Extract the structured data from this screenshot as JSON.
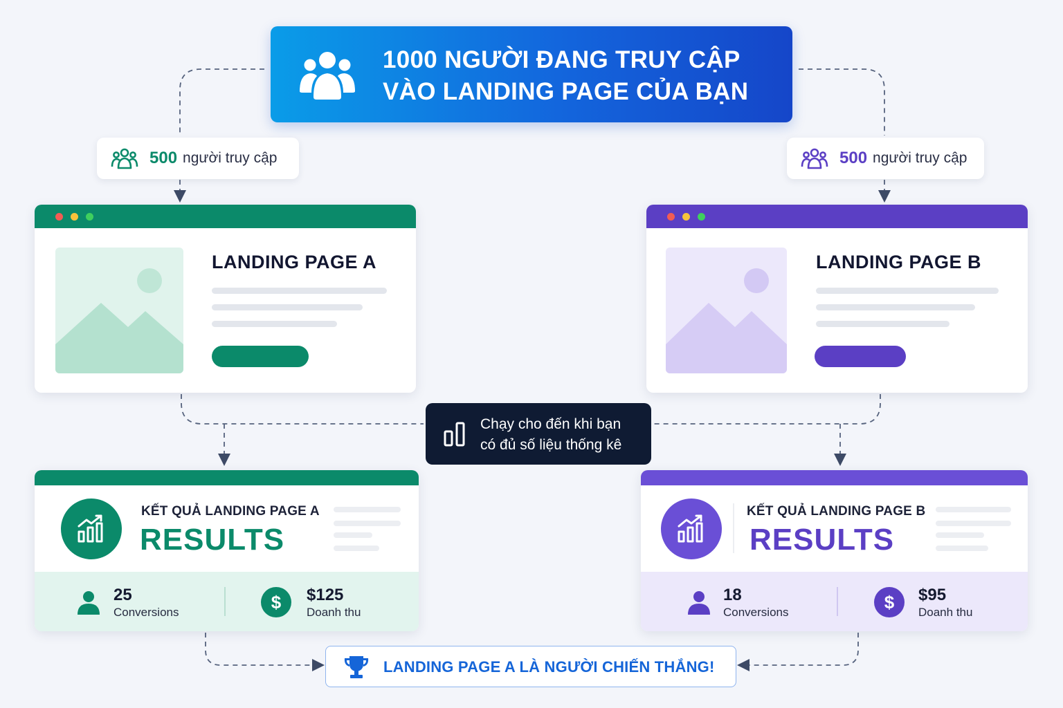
{
  "header": {
    "line1": "1000 NGƯỜI ĐANG TRUY CẬP",
    "line2": "VÀO LANDING PAGE CỦA BẠN"
  },
  "split": {
    "left": {
      "count": "500",
      "label": "người truy cập"
    },
    "right": {
      "count": "500",
      "label": "người truy cập"
    }
  },
  "pages": {
    "a": {
      "title": "LANDING PAGE A"
    },
    "b": {
      "title": "LANDING PAGE B"
    }
  },
  "callout": {
    "line1": "Chạy cho đến khi bạn",
    "line2": "có đủ số liệu thống kê"
  },
  "results": {
    "a": {
      "label": "KẾT QUẢ LANDING PAGE A",
      "big": "RESULTS",
      "conversions": "25",
      "conversions_label": "Conversions",
      "revenue": "$125",
      "revenue_label": "Doanh thu"
    },
    "b": {
      "label": "KẾT QUẢ LANDING PAGE B",
      "big": "RESULTS",
      "conversions": "18",
      "conversions_label": "Conversions",
      "revenue": "$95",
      "revenue_label": "Doanh thu"
    }
  },
  "winner": {
    "text": "LANDING PAGE A LÀ NGƯỜI CHIẾN THẮNG!"
  },
  "icons": {
    "header": "users-group-icon",
    "pills": "users-group-icon",
    "callout": "bar-chart-icon",
    "results": "chart-growth-icon",
    "conversions": "user-icon",
    "revenue": "dollar-icon",
    "winner": "trophy-icon"
  },
  "colors": {
    "variant_a": "#0b8a6a",
    "variant_b": "#5b3fc4",
    "header_gradient_start": "#0a9ce8",
    "header_gradient_end": "#1546c9",
    "winner_text": "#1565d8",
    "callout_bg": "#0f1b33"
  }
}
